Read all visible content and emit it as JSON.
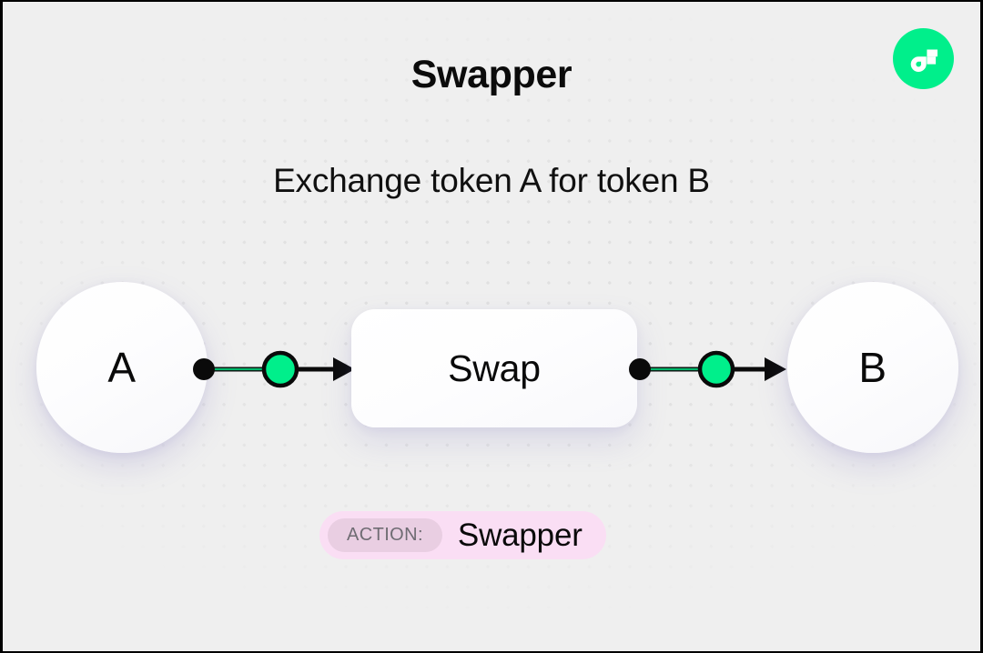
{
  "header": {
    "title": "Swapper",
    "subtitle": "Exchange token A for token B",
    "logo_icon": "flow-logo-icon",
    "logo_color": "#00ef8b"
  },
  "diagram": {
    "type": "flow",
    "background_color": "#efefef",
    "dot_color": "#e0e0e0",
    "accent_color": "#00ef8b",
    "nodes": [
      {
        "id": "a",
        "label": "A",
        "shape": "circle"
      },
      {
        "id": "swap",
        "label": "Swap",
        "shape": "rounded-rect"
      },
      {
        "id": "b",
        "label": "B",
        "shape": "circle"
      }
    ],
    "edges": [
      {
        "from": "a",
        "to": "swap",
        "marker": "arrow",
        "handle_color": "#00ef8b"
      },
      {
        "from": "swap",
        "to": "b",
        "marker": "arrow",
        "handle_color": "#00ef8b"
      }
    ]
  },
  "action_badge": {
    "label": "ACTION:",
    "value": "Swapper",
    "background_color": "#fadef4",
    "chip_color": "#e9cee2"
  }
}
